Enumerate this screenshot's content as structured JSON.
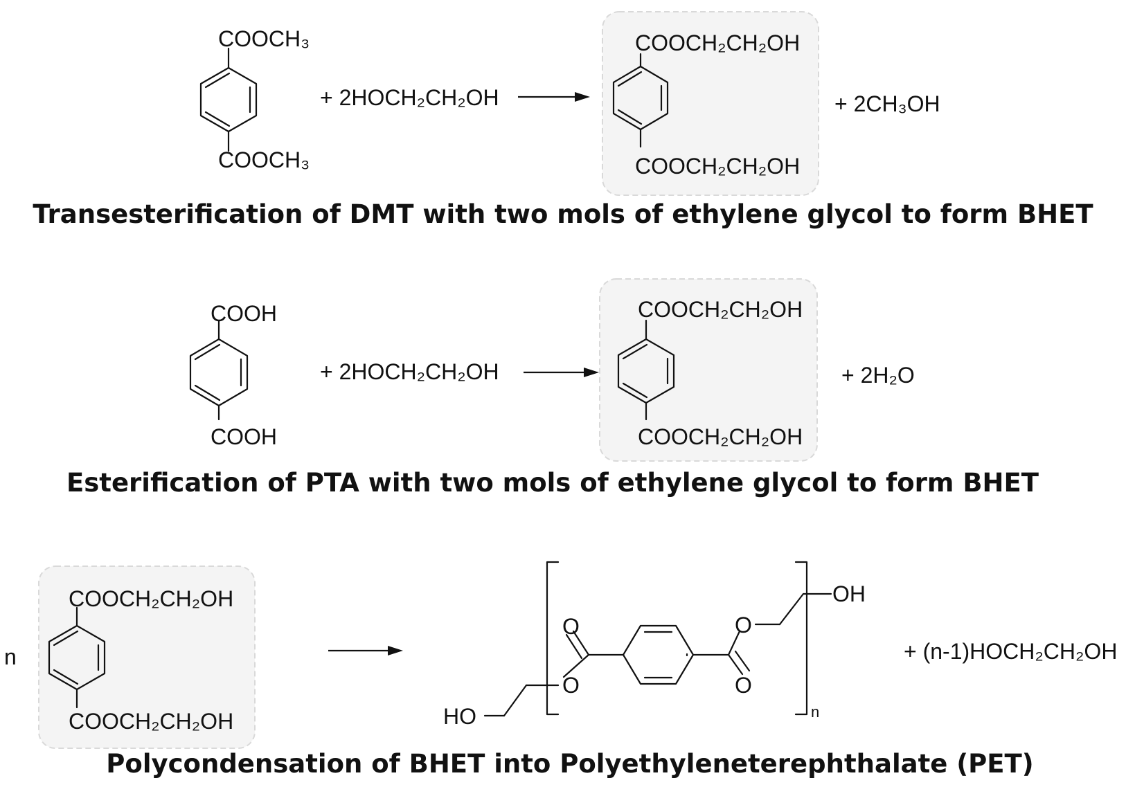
{
  "reactions": [
    {
      "reactant_top": "COOCH₃",
      "reactant_bottom": "COOCH₃",
      "reagent": "+ 2HOCH₂CH₂OH",
      "product_top": "COOCH₂CH₂OH",
      "product_bottom": "COOCH₂CH₂OH",
      "byproduct": "+ 2CH₃OH",
      "caption": "Transesterification of DMT with two mols of ethylene glycol to form BHET"
    },
    {
      "reactant_top": "COOH",
      "reactant_bottom": "COOH",
      "reagent": "+ 2HOCH₂CH₂OH",
      "product_top": "COOCH₂CH₂OH",
      "product_bottom": "COOCH₂CH₂OH",
      "byproduct": "+  2H₂O",
      "caption": "Esterification of PTA with two mols of ethylene glycol to form BHET"
    },
    {
      "coefficient": "n",
      "reactant_top": "COOCH₂CH₂OH",
      "reactant_bottom": "COOCH₂CH₂OH",
      "polymer_end_left": "HO",
      "polymer_end_right": "OH",
      "ester_o_left": "O",
      "carbonyl_o_left": "O",
      "ester_o_right": "O",
      "carbonyl_o_right": "O",
      "repeat_subscript": "n",
      "byproduct": "+  (n-1)HOCH₂CH₂OH",
      "caption": "Polycondensation of BHET into Polyethyleneterephthalate (PET)"
    }
  ]
}
